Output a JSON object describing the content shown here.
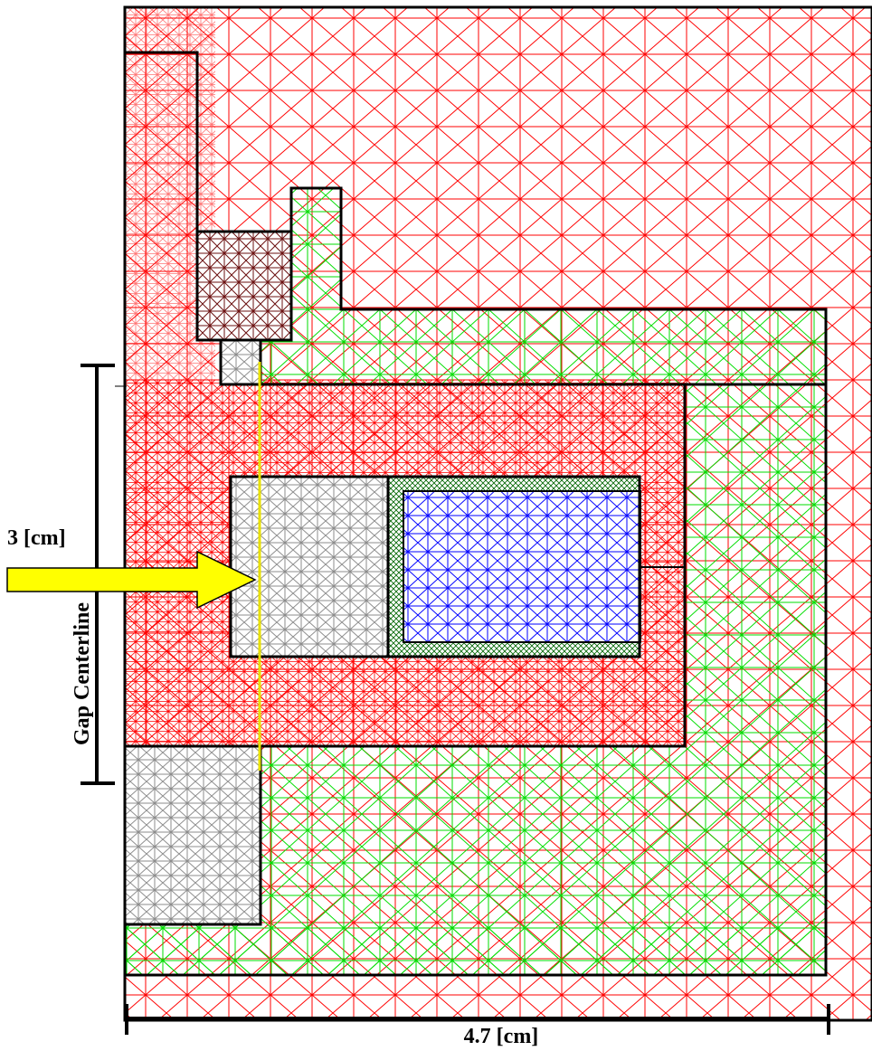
{
  "labels": {
    "vertical_dimension": "3 [cm]",
    "horizontal_dimension": "4.7 [cm]",
    "gap_centerline": "Gap Centerline"
  },
  "mesh_regions": [
    {
      "name": "air",
      "color": "#ff0000"
    },
    {
      "name": "yoke-green",
      "color": "#00e000"
    },
    {
      "name": "gray-pole",
      "color": "#808080"
    },
    {
      "name": "dark-red-insert",
      "color": "#6b1010"
    },
    {
      "name": "coil",
      "color": "#0000ff"
    },
    {
      "name": "coil-frame",
      "color": "#006400"
    }
  ],
  "colors": {
    "outline": "#000000",
    "arrow_fill": "#ffff00",
    "centerline": "#e8e000"
  }
}
